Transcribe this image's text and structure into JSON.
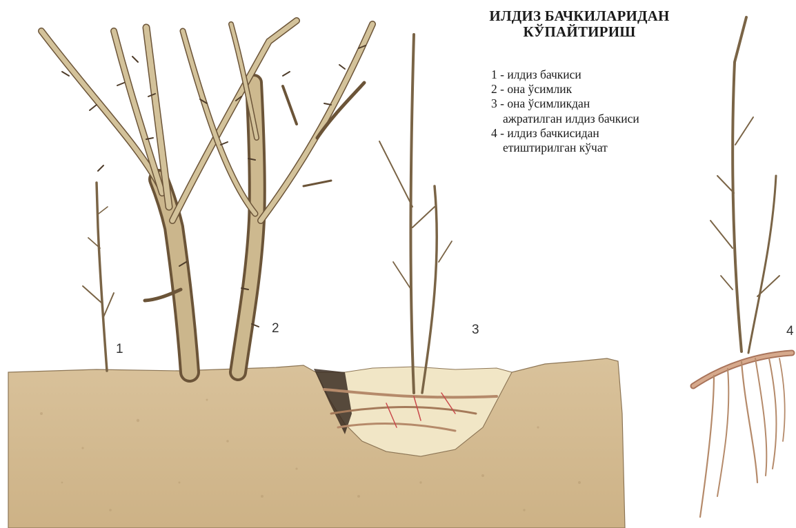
{
  "title": {
    "line1": "ИЛДИЗ БАЧКИЛАРИДАН",
    "line2": "КЎПАЙТИРИШ"
  },
  "legend": {
    "items": [
      "1 - илдиз бачкиси",
      "2 - она ўсимлик",
      "3 - она ўсимликдан",
      "ажратилган илдиз бачкиси",
      "4 - илдиз бачкисидан",
      "етиштирилган кўчат"
    ]
  },
  "labels": {
    "n1": "1",
    "n2": "2",
    "n3": "3",
    "n4": "4"
  },
  "colors": {
    "soil": "#d7bf96",
    "soil_dark": "#a88e68",
    "pit": "#f3ead0",
    "wood": "#cdbd94",
    "wood_dark": "#6e5a40",
    "root": "#b58a6a"
  }
}
